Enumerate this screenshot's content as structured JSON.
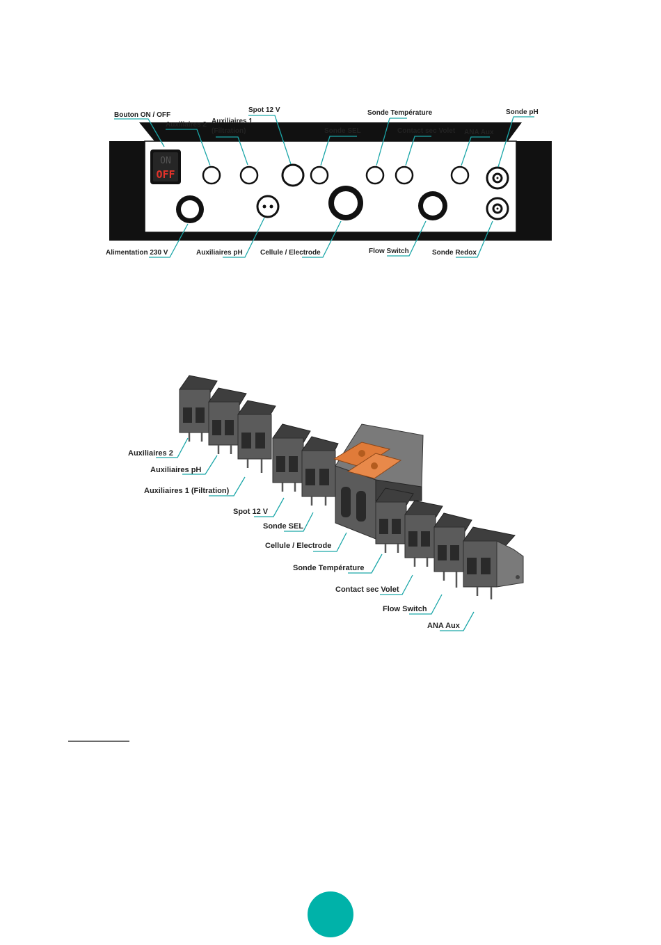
{
  "panel": {
    "labels": {
      "bouton": "Bouton ON / OFF",
      "aux2": "Auxiliaires 2",
      "aux1_line1": "Auxiliaires 1",
      "aux1_line2": "(Filtration)",
      "spot": "Spot 12 V",
      "sel": "Sonde SEL",
      "temp": "Sonde Température",
      "volet": "Contact sec Volet",
      "ana": "ANA Aux",
      "ph": "Sonde pH",
      "alim": "Alimentation 230 V",
      "auxph": "Auxiliaires pH",
      "cellule": "Cellule / Electrode",
      "flow": "Flow Switch",
      "redox": "Sonde Redox"
    },
    "switch": {
      "on": "ON",
      "off": "OFF"
    }
  },
  "terminal": {
    "labels": {
      "aux2": "Auxiliaires 2",
      "auxph": "Auxiliaires pH",
      "aux1": "Auxiliaires 1 (Filtration)",
      "spot": "Spot 12 V",
      "sel": "Sonde SEL",
      "cellule": "Cellule / Electrode",
      "temp": "Sonde Température",
      "volet": "Contact sec Volet",
      "flow": "Flow Switch",
      "ana": "ANA Aux"
    }
  },
  "colors": {
    "accent": "#1aa6a8",
    "page_dot": "#00b2a9",
    "off_red": "#e5332a",
    "connector_orange": "#e07b39"
  }
}
